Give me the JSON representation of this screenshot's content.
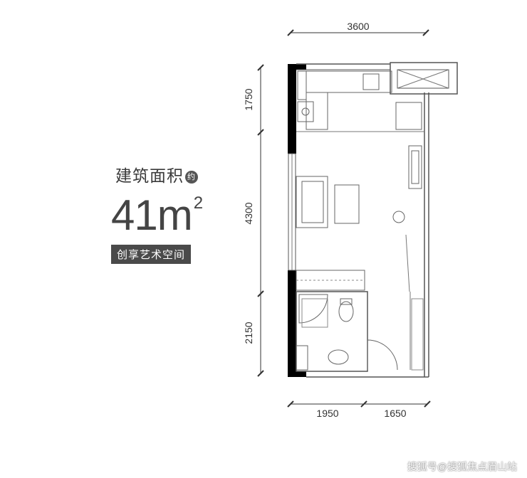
{
  "info": {
    "area_title": "建筑面积",
    "approx_badge": "约",
    "area_value": "41m",
    "area_superscript": "2",
    "tag": "创享艺术空间"
  },
  "dimensions": {
    "top_width": "3600",
    "left_upper": "1750",
    "left_middle": "4300",
    "left_lower": "2150",
    "bottom_left": "1950",
    "bottom_right": "1650"
  },
  "watermark": "搜狐号@搜狐焦点眉山站",
  "colors": {
    "wall": "#000000",
    "line": "#555555",
    "text": "#333333"
  }
}
